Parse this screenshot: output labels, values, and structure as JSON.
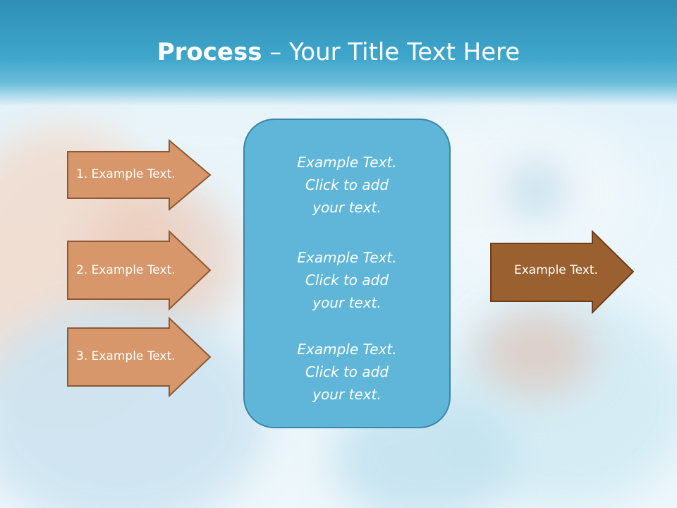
{
  "slide": {
    "title_bold": "Process",
    "title_rest": " – Your Title Text Here"
  },
  "inputs": [
    {
      "label": "1. Example Text."
    },
    {
      "label": "2. Example Text."
    },
    {
      "label": "3. Example Text."
    }
  ],
  "center_box": {
    "items": [
      {
        "line1": "Example Text.",
        "line2": "Click  to add",
        "line3": "your text."
      },
      {
        "line1": "Example Text.",
        "line2": "Click  to add",
        "line3": "your text."
      },
      {
        "line1": "Example Text.",
        "line2": "Click  to add",
        "line3": "your text."
      }
    ]
  },
  "output": {
    "label": "Example Text."
  },
  "colors": {
    "input_arrow_fill": "#d7976a",
    "input_arrow_stroke": "#8a5a36",
    "output_arrow_fill": "#9a6030",
    "output_arrow_stroke": "#6a3e1a",
    "center_fill": "#5fb6d8",
    "center_stroke": "#3c86a6",
    "header": "#3fa6cb"
  }
}
